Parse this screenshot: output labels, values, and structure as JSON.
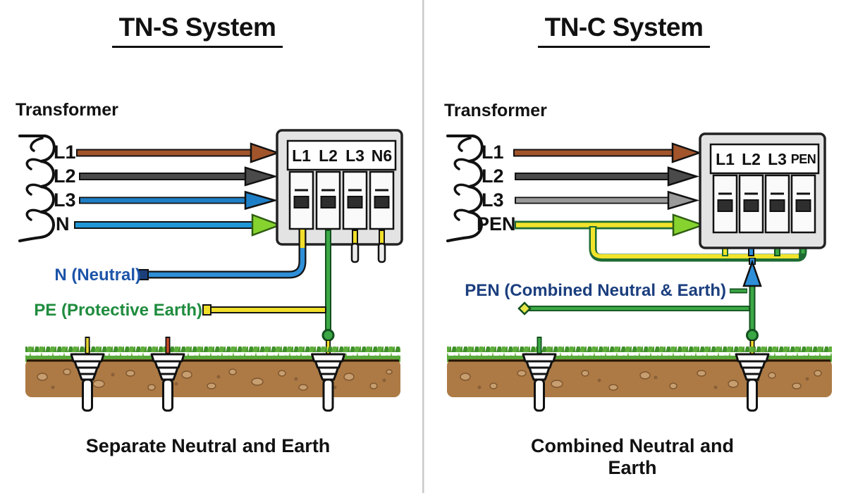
{
  "left": {
    "title": "TN-S System",
    "transformer": "Transformer",
    "line_labels": [
      "L1",
      "L2",
      "L3",
      "N"
    ],
    "panel_labels": [
      "L1",
      "L2",
      "L3",
      "N6"
    ],
    "neutral_annotation": "N (Neutral)",
    "pe_annotation": "PE (Protective Earth)",
    "caption": "Separate Neutral and Earth"
  },
  "right": {
    "title": "TN-C System",
    "transformer": "Transformer",
    "line_labels": [
      "L1",
      "L2",
      "L3",
      "PEN"
    ],
    "panel_labels": [
      "L1",
      "L2",
      "L3",
      "PEN"
    ],
    "pen_annotation": "PEN (Combined Neutral & Earth)",
    "caption": "Combined Neutral and Earth"
  },
  "colors": {
    "l1_brown": "#A2552B",
    "l2_dark_gray": "#4A4A4A",
    "l3_blue_left": "#1F7FC6",
    "l3_gray_right": "#9A9A9A",
    "neutral_blue": "#2196D6",
    "pen_yellow": "#F2E42C",
    "earth_green": "#3BA845",
    "arrowhead_green": "#86D32F",
    "annotation_blue": "#1D55A8",
    "annotation_green": "#1F8C3E",
    "annotation_navy": "#1B3E7E",
    "soil_brown": "#AD7A45",
    "grass_green": "#57A838"
  }
}
